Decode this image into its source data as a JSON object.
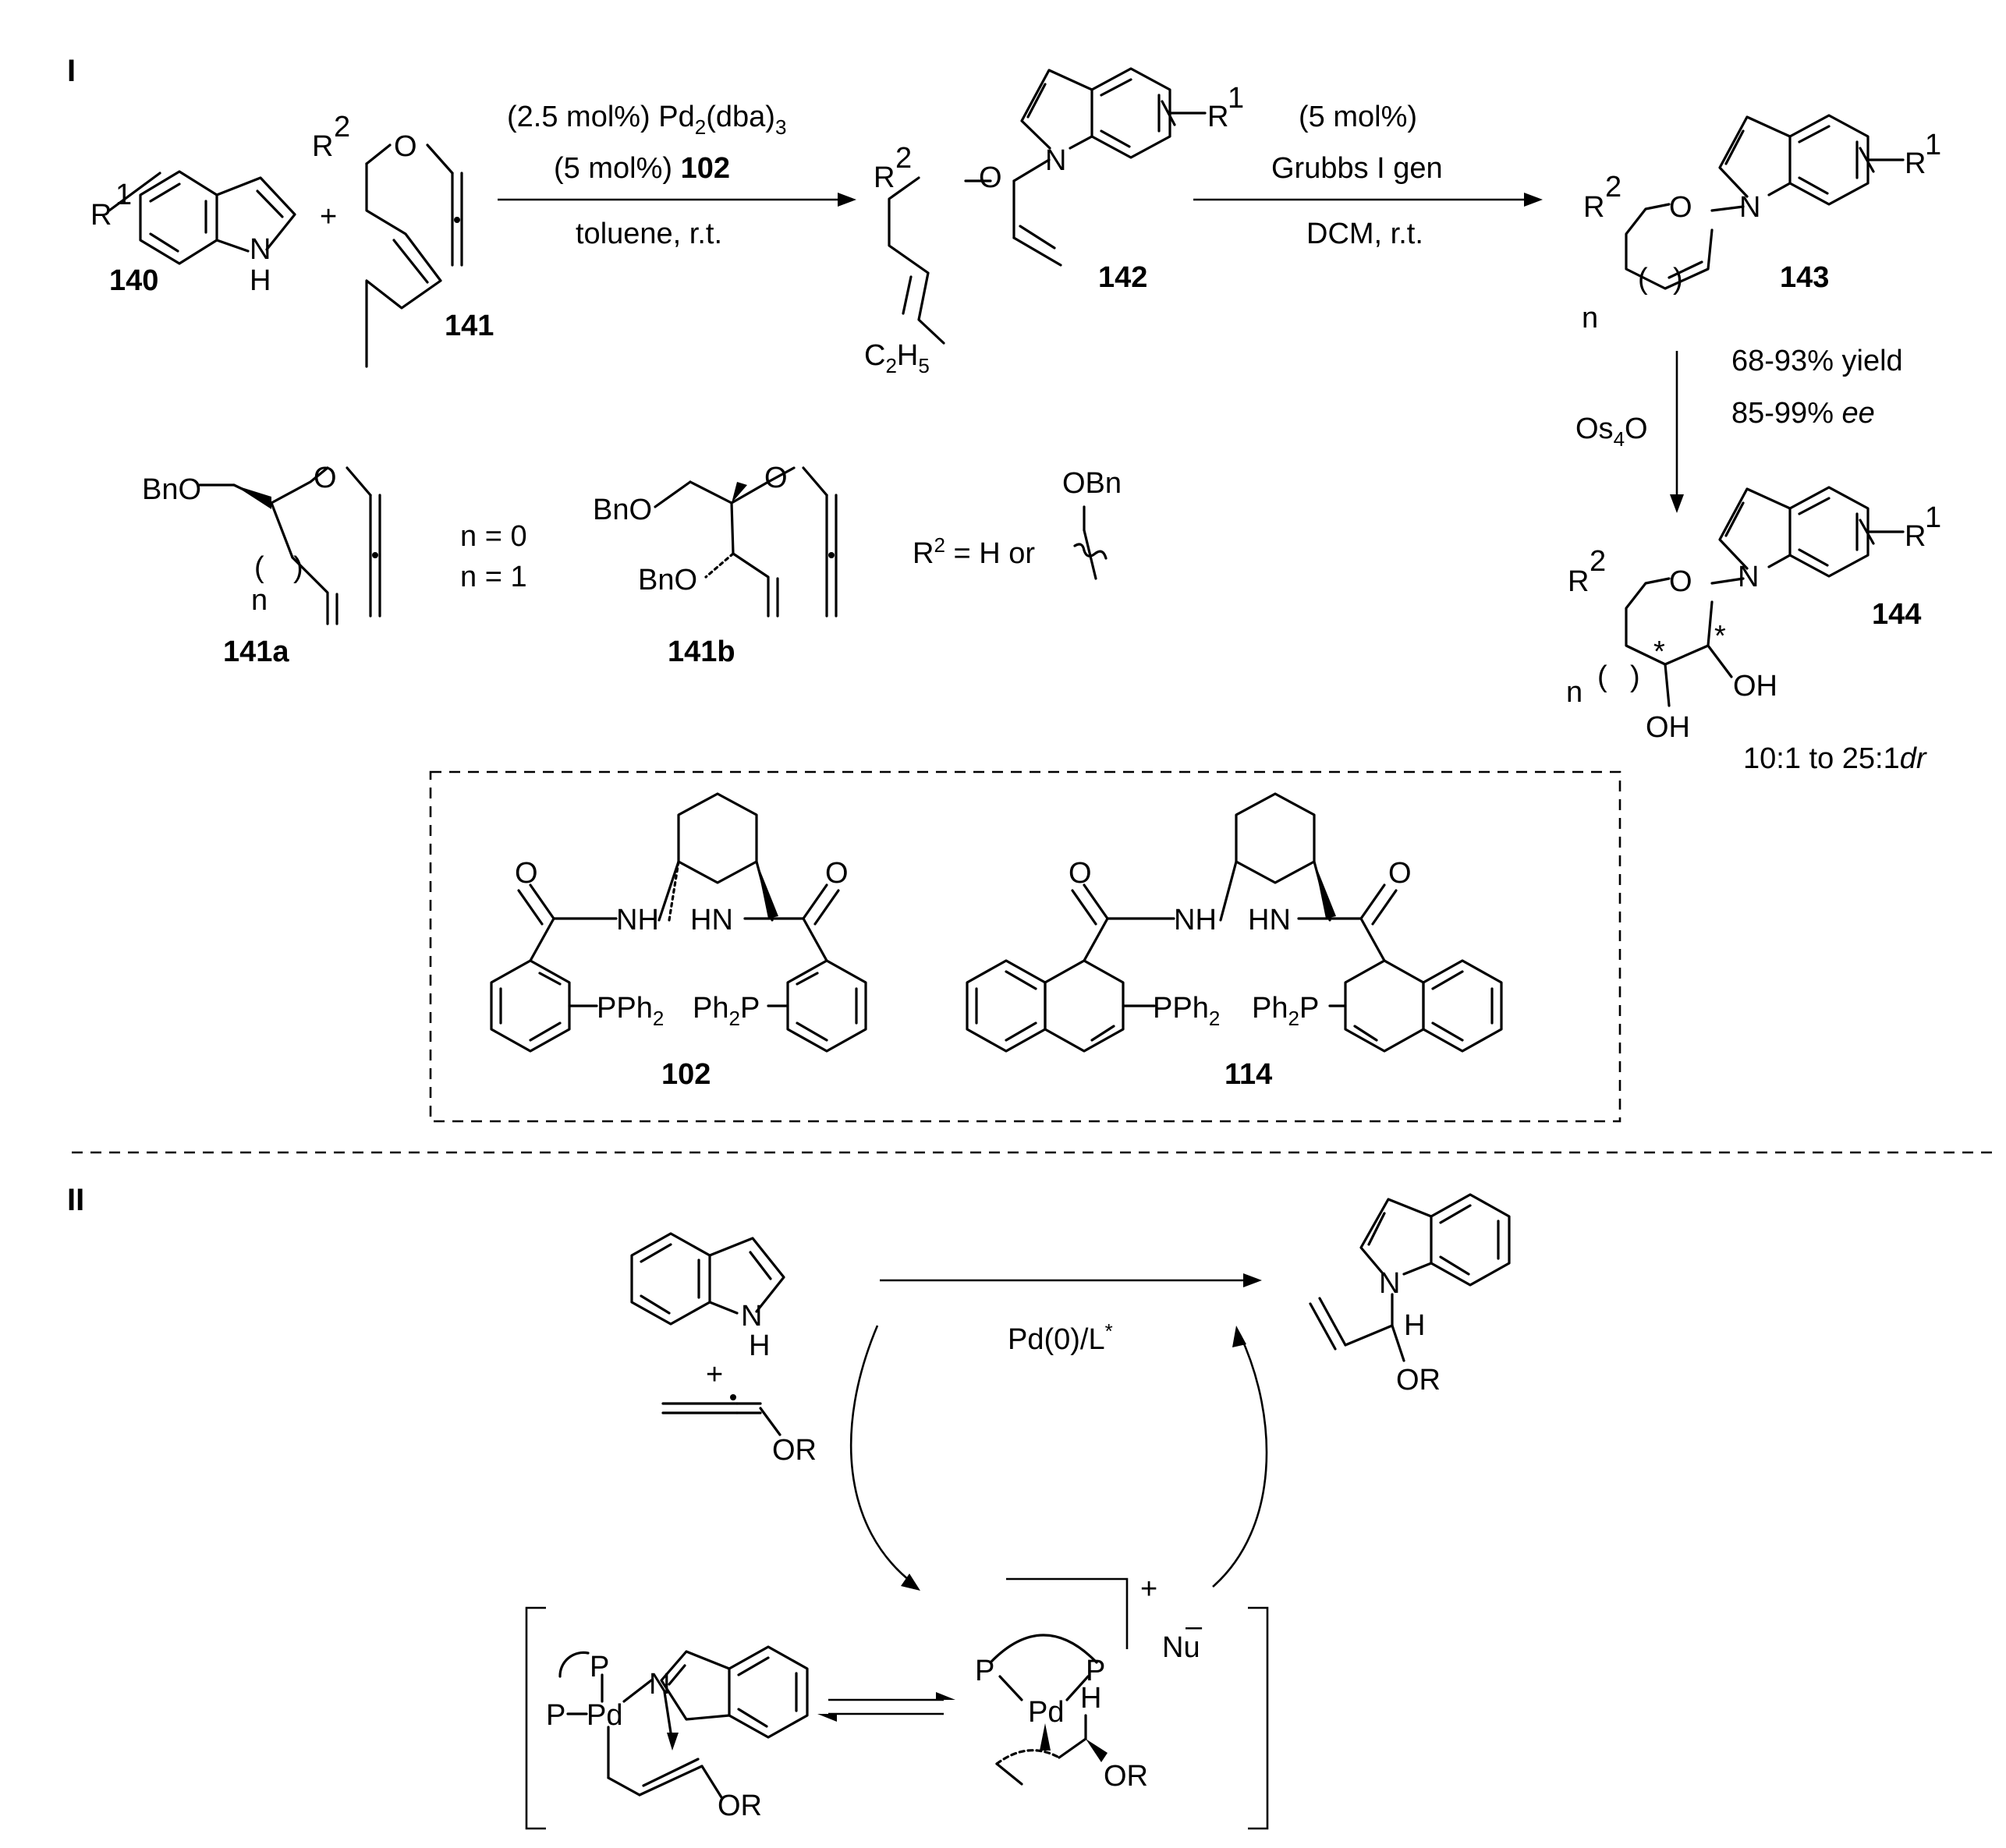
{
  "sections": {
    "one": "I",
    "two": "II"
  },
  "compounds": {
    "c140": "140",
    "c141": "141",
    "c142": "142",
    "c143": "143",
    "c144": "144",
    "c141a": "141a",
    "c141b": "141b",
    "c102": "102",
    "c114": "114"
  },
  "step1": {
    "line1_a": "(2.5 mol%) Pd",
    "line1_sub1": "2",
    "line1_b": "(dba)",
    "line1_sub2": "3",
    "line2_a": "(5 mol%) ",
    "line2_bold": "102",
    "line3": "toluene, r.t."
  },
  "step2": {
    "line1": "(5 mol%)",
    "line2": "Grubbs I gen",
    "line3": "DCM, r.t."
  },
  "step3": {
    "reagent_a": "Os",
    "reagent_sub": "4",
    "reagent_b": "O",
    "yield": "68-93% yield",
    "ee_a": "85-99% ",
    "ee_b": "ee",
    "dr_a": "10:1 to 25:1",
    "dr_b": "dr"
  },
  "notes": {
    "n0": "n = 0",
    "n1": "n = 1",
    "r2_def": "R",
    "r2_sup": "2",
    "r2_rest": " = H or",
    "obn": "OBn"
  },
  "atoms": {
    "R": "R",
    "sup1": "1",
    "sup2": "2",
    "N": "N",
    "H": "H",
    "O": "O",
    "n": "n",
    "plus": "+",
    "C": "C",
    "sub2": "2",
    "H5": "H",
    "sub5": "5",
    "OH": "OH",
    "star": "*",
    "BnO": "BnO",
    "NH": "NH",
    "HN": "HN",
    "PPh": "PPh",
    "Ph": "Ph",
    "P": "P",
    "Pd": "Pd",
    "OR": "OR",
    "Nu": "Nu",
    "minus": "–",
    "plusCharge": "+"
  },
  "mechanism": {
    "catalyst_a": "Pd(0)/L",
    "catalyst_sup": "*"
  }
}
